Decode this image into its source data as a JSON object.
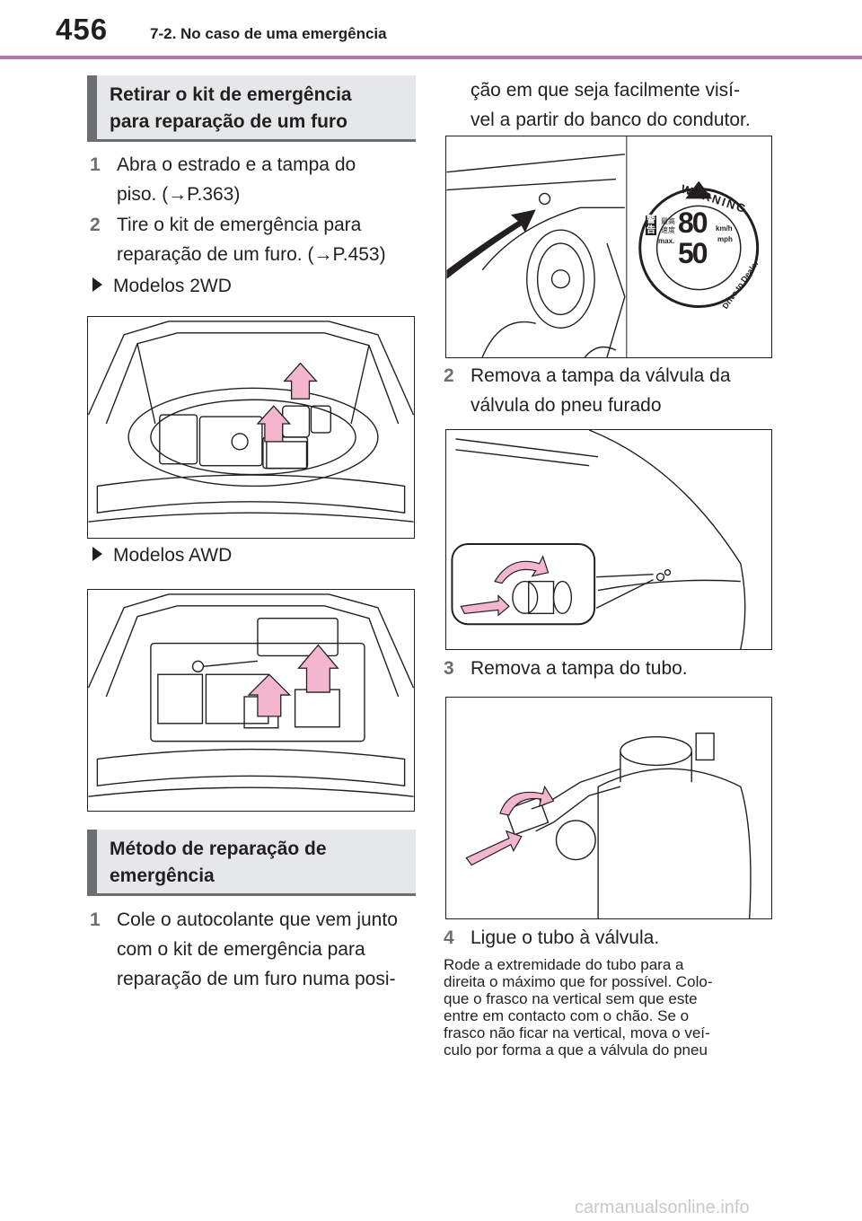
{
  "header": {
    "page_number": "456",
    "chapter": "7-2. No caso de uma emergência"
  },
  "section1": {
    "title_line1": "Retirar o kit de emergência",
    "title_line2": "para reparação de um furo",
    "steps": [
      {
        "num": "1",
        "line1": "Abra o estrado e a tampa do",
        "line2": "piso. (→P.363)"
      },
      {
        "num": "2",
        "line1": "Tire o kit de emergência para",
        "line2": "reparação de um furo. (→P.453)"
      }
    ],
    "model_2wd": "Modelos 2WD",
    "model_awd": "Modelos AWD"
  },
  "section2": {
    "title_line1": "Método de reparação de",
    "title_line2": "emergência",
    "step1": {
      "num": "1",
      "line1": "Cole o autocolante que vem junto",
      "line2": "com o kit de emergência para",
      "line3": "reparação de um furo numa posi-"
    }
  },
  "right": {
    "cont_line1": "ção em que seja facilmente visí-",
    "cont_line2": "vel a partir do banco do condutor.",
    "sticker": {
      "warning": "WARNING",
      "kanji_left": "警告",
      "small1": "最高",
      "small2": "速度",
      "max": "max.",
      "speed_kmh": "80",
      "speed_mph": "50",
      "unit_kmh": "km/h",
      "unit_mph": "mph",
      "bottom_arc": "Drive to Dealer"
    },
    "step2": {
      "num": "2",
      "line1": "Remova a tampa da válvula da",
      "line2": "válvula do pneu furado"
    },
    "step3": {
      "num": "3",
      "line1": "Remova a tampa do tubo."
    },
    "step4": {
      "num": "4",
      "line1": "Ligue o tubo à válvula."
    },
    "note_lines": [
      "Rode a extremidade do tubo para a",
      "direita o máximo que for possível. Colo-",
      "que o frasco na vertical sem que este",
      "entre em contacto com o chão. Se o",
      "frasco não ficar na vertical, mova o veí-",
      "culo por forma a que a válvula do pneu"
    ]
  },
  "watermark": "carmanualsonline.info",
  "colors": {
    "accent_rule": "#b276b0",
    "section_bg": "#e6e7e8",
    "section_bar": "#6d6e71",
    "arrow_fill": "#f4b6cf"
  }
}
